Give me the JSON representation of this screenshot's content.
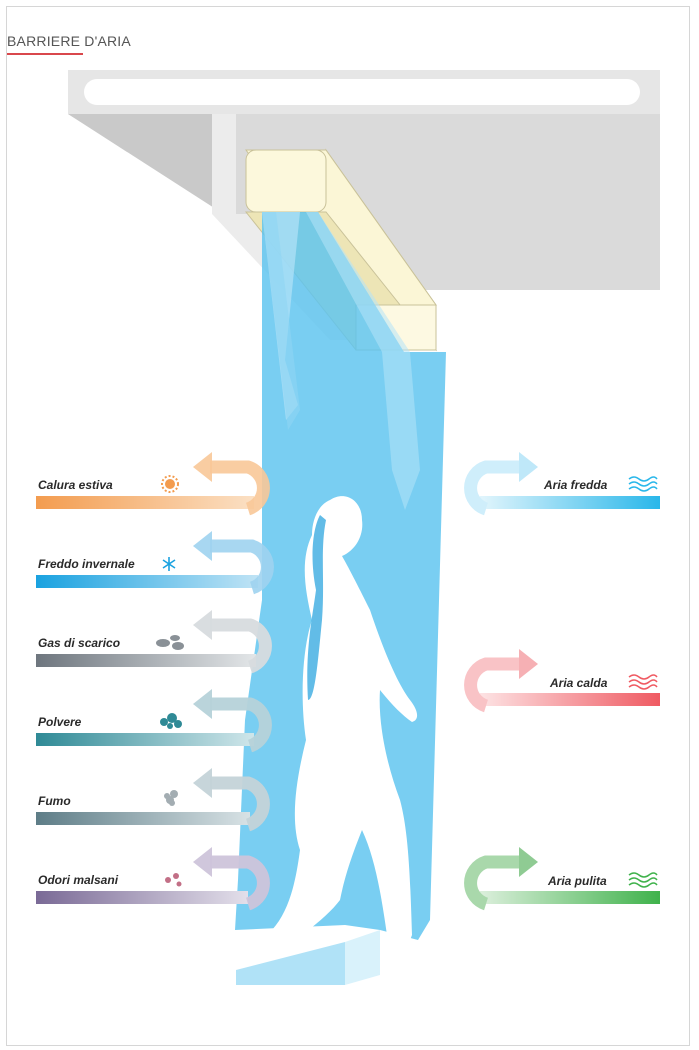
{
  "title": "BARRIERE D'ARIA",
  "outside_items": [
    {
      "label": "Calura estiva",
      "icon": "sun-icon",
      "color": "#f39c4f"
    },
    {
      "label": "Freddo invernale",
      "icon": "snowflake-icon",
      "color": "#1aa2e0"
    },
    {
      "label": "Gas di scarico",
      "icon": "exhaust-cloud-icon",
      "color": "#707880"
    },
    {
      "label": "Polvere",
      "icon": "dust-icon",
      "color": "#2f8a96"
    },
    {
      "label": "Fumo",
      "icon": "smoke-icon",
      "color": "#5e7d87"
    },
    {
      "label": "Odori malsani",
      "icon": "odor-icon",
      "color": "#7a6a96"
    }
  ],
  "inside_items": [
    {
      "label": "Aria fredda",
      "icon": "cool-waves-icon",
      "color": "#29b7ea"
    },
    {
      "label": "Aria calda",
      "icon": "warm-waves-icon",
      "color": "#ef5a62"
    },
    {
      "label": "Aria pulita",
      "icon": "clean-waves-icon",
      "color": "#3fb24b"
    }
  ]
}
